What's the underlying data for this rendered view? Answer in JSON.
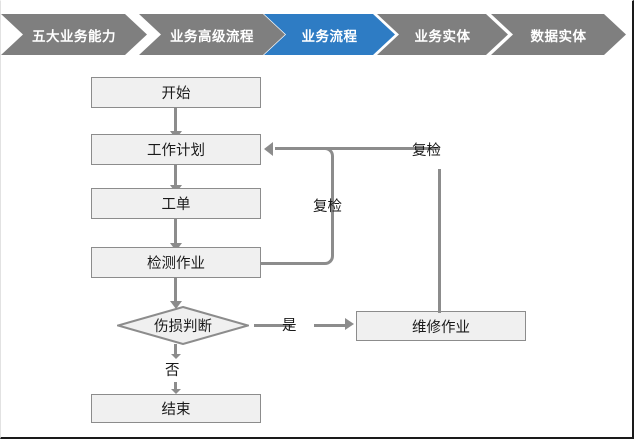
{
  "breadcrumb": {
    "steps": [
      {
        "label": "五大业务能力",
        "state": "inactive"
      },
      {
        "label": "业务高级流程",
        "state": "inactive"
      },
      {
        "label": "业务流程",
        "state": "active"
      },
      {
        "label": "业务实体",
        "state": "inactive"
      },
      {
        "label": "数据实体",
        "state": "inactive"
      }
    ],
    "active_color": "#2e7cc4",
    "inactive_color": "#7f7f7f",
    "text_color": "#ffffff"
  },
  "flowchart": {
    "node_fill": "#f0f0f0",
    "node_border": "#8c8c8c",
    "connector_color": "#8c8c8c",
    "nodes": {
      "start": "开始",
      "work_plan": "工作计划",
      "work_order": "工单",
      "inspection": "检测作业",
      "damage_decision": "伤损判断",
      "repair": "维修作业",
      "end": "结束"
    },
    "edge_labels": {
      "recheck_inner": "复检",
      "recheck_outer": "复检",
      "yes": "是",
      "no": "否"
    }
  }
}
